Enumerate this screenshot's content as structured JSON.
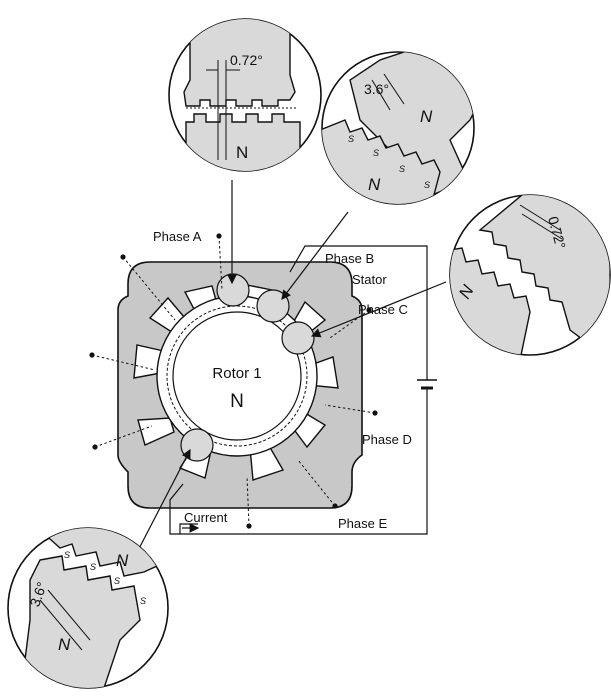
{
  "labels": {
    "phase_a": "Phase A",
    "phase_b": "Phase B",
    "stator": "Stator",
    "phase_c": "Phase C",
    "phase_d": "Phase D",
    "phase_e": "Phase E",
    "current": "Current",
    "rotor": "Rotor 1",
    "rotor_pole": "N"
  },
  "details": {
    "top": {
      "angle": "0.72°",
      "pole": "N"
    },
    "upper_right": {
      "angle": "3.6°",
      "poles": [
        "N",
        "N"
      ],
      "teeth": [
        "S",
        "S",
        "S",
        "S"
      ]
    },
    "right": {
      "angle": "0.72°",
      "pole": "N"
    },
    "bottom_left": {
      "angle": "3.6°",
      "poles": [
        "N",
        "N"
      ],
      "teeth": [
        "S",
        "S",
        "S",
        "S"
      ]
    }
  },
  "colors": {
    "stator_fill": "#c8c8c8",
    "detail_fill": "#d9d9d9",
    "stroke": "#111111",
    "background": "#ffffff"
  }
}
